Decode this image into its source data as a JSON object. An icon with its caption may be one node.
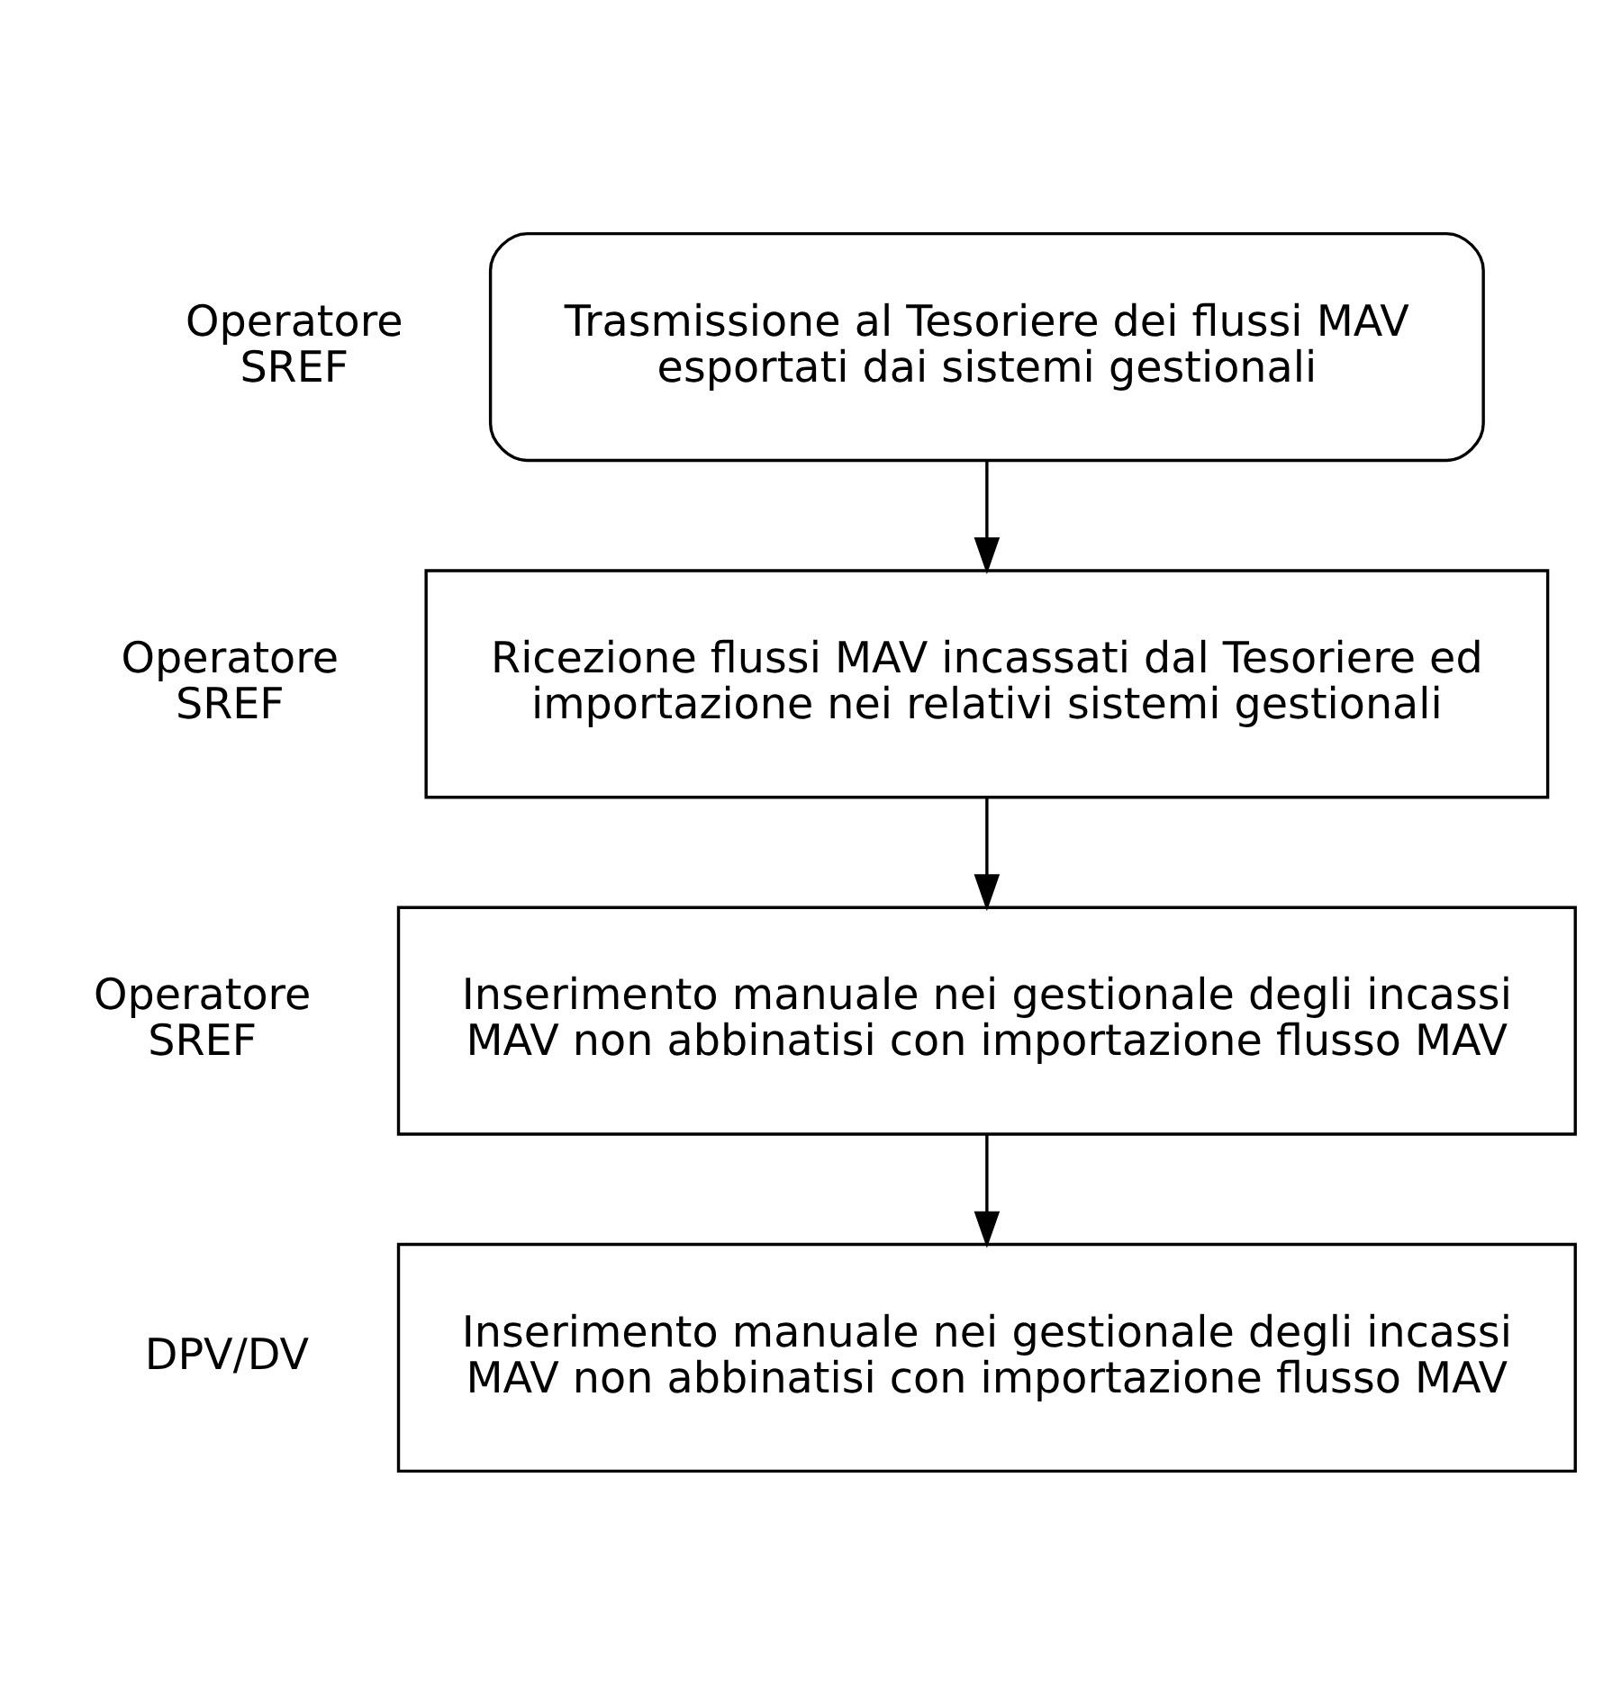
{
  "diagram": {
    "nodes": [
      {
        "text": [
          "Trasmissione al Tesoriere dei flussi MAV esportati dai sistemi gestionali"
        ],
        "beside": [
          "Operatore SREF"
        ]
      },
      {
        "text": [
          "Ricezione flussi MAV incassati dal Tesoriere ed importazione nei relativi sistemi gestionali"
        ],
        "beside": [
          "Operatore SREF"
        ]
      },
      {
        "text": [
          "Inserimento manuale nei gestionale degli incassi MAV non abbinatisi con importazione flusso MAV"
        ],
        "beside": [
          "Operatore SREF"
        ]
      },
      {
        "text": [
          "Inserimento manuale nei gestionale degli incassi MAV non abbinatisi con importazione flusso MAV"
        ],
        "beside": [
          "DPV/DV"
        ]
      }
    ],
    "edges": [
      {
        "from": 0,
        "to": 1,
        "arrow": "to"
      },
      {
        "from": 1,
        "to": 2,
        "arrow": "to"
      },
      {
        "from": 2,
        "to": 3,
        "arrow": "to"
      }
    ]
  }
}
